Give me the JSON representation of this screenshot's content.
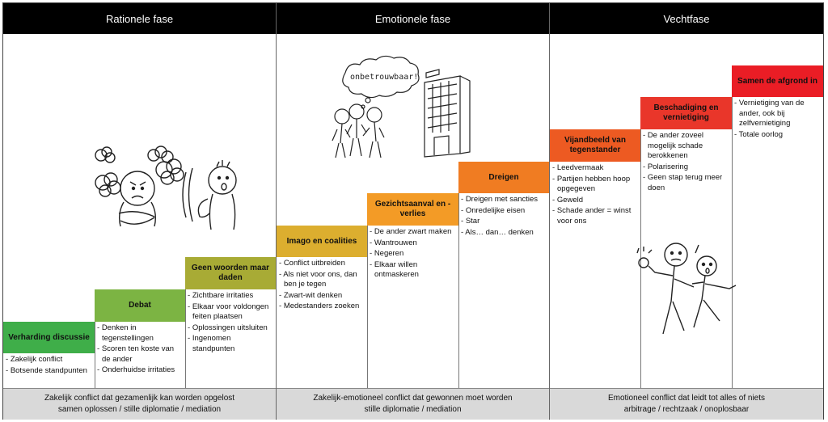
{
  "phases": [
    {
      "title": "Rationele fase",
      "footer_line1": "Zakelijk conflict dat gezamenlijk kan worden opgelost",
      "footer_line2": "samen oplossen / stille diplomatie / mediation"
    },
    {
      "title": "Emotionele fase",
      "footer_line1": "Zakelijk-emotioneel conflict dat gewonnen moet worden",
      "footer_line2": "stille diplomatie / mediation"
    },
    {
      "title": "Vechtfase",
      "footer_line1": "Emotioneel conflict dat leidt tot alles of niets",
      "footer_line2": "arbitrage / rechtzaak / onoplosbaar"
    }
  ],
  "steps": [
    {
      "title": "Verharding discussie",
      "color": "#3fae49",
      "items": [
        "Zakelijk conflict",
        "Botsende standpunten"
      ]
    },
    {
      "title": "Debat",
      "color": "#7cb443",
      "items": [
        "Denken in tegenstellingen",
        "Scoren ten koste van de ander",
        "Onderhuidse irritaties"
      ]
    },
    {
      "title": "Geen woorden maar daden",
      "color": "#a8ab35",
      "items": [
        "Zichtbare irritaties",
        "Elkaar voor voldongen feiten plaatsen",
        "Oplossingen uitsluiten",
        "Ingenomen standpunten"
      ]
    },
    {
      "title": "Imago en coalities",
      "color": "#dcae2f",
      "items": [
        "Conflict uitbreiden",
        "Als niet voor ons, dan ben je tegen",
        "Zwart-wit denken",
        "Medestanders zoeken"
      ]
    },
    {
      "title": "Gezichtsaanval en -verlies",
      "color": "#f39b26",
      "items": [
        "De ander zwart maken",
        "Wantrouwen",
        "Negeren",
        "Elkaar willen ontmaskeren"
      ]
    },
    {
      "title": "Dreigen",
      "color": "#f07c22",
      "items": [
        "Dreigen met sancties",
        "Onredelijke eisen",
        "Star",
        "Als… dan… denken"
      ]
    },
    {
      "title": "Vijandbeeld van tegenstander",
      "color": "#ed5a22",
      "items": [
        "Leedvermaak",
        "Partijen hebben hoop opgegeven",
        "Geweld",
        "Schade ander = winst voor ons"
      ]
    },
    {
      "title": "Beschadiging en vernietiging",
      "color": "#e9362a",
      "items": [
        "De ander zoveel mogelijk schade berokkenen",
        "Polarisering",
        "Geen stap terug meer doen"
      ]
    },
    {
      "title": "Samen de afgrond in",
      "color": "#ea1d25",
      "items": [
        "Vernietiging van de ander, ook bij zelfvernietiging",
        "Totale oorlog"
      ]
    }
  ],
  "sketches": {
    "speech_bubble_text": "onbetrouwbaar!"
  }
}
